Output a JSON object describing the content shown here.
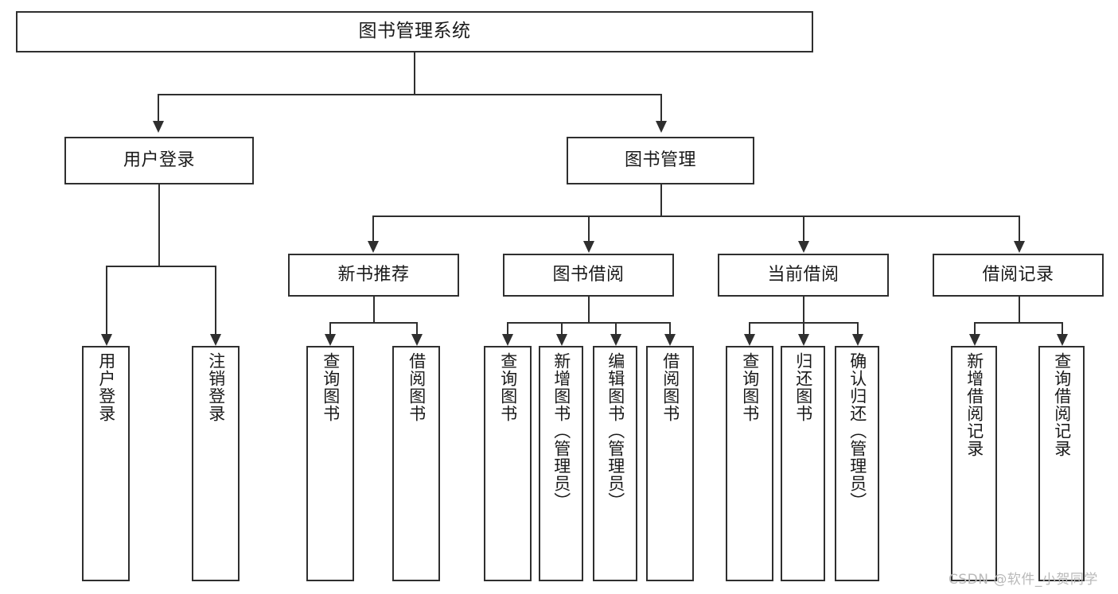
{
  "diagram": {
    "type": "tree-hierarchy-chart",
    "title": "图书管理系统",
    "watermark": "CSDN @软件_小贺同学",
    "colors": {
      "stroke": "#2f2f2f",
      "fill": "#ffffff",
      "text": "#1a1a1a",
      "watermark": "#b9b9b9",
      "background": "#ffffff"
    },
    "nodes": {
      "root": {
        "label": "图书管理系统"
      },
      "level1": [
        {
          "label": "用户登录"
        },
        {
          "label": "图书管理"
        }
      ],
      "level2": [
        {
          "label": "新书推荐"
        },
        {
          "label": "图书借阅"
        },
        {
          "label": "当前借阅"
        },
        {
          "label": "借阅记录"
        }
      ],
      "leaves_user_login": [
        {
          "label": "用户登录"
        },
        {
          "label": "注销登录"
        }
      ],
      "leaves_new_book": [
        {
          "label": "查询图书"
        },
        {
          "label": "借阅图书"
        }
      ],
      "leaves_borrow": [
        {
          "label": "查询图书"
        },
        {
          "label": "新增图书（管理员）"
        },
        {
          "label": "编辑图书（管理员）"
        },
        {
          "label": "借阅图书"
        }
      ],
      "leaves_current": [
        {
          "label": "查询图书"
        },
        {
          "label": "归还图书"
        },
        {
          "label": "确认归还（管理员）"
        }
      ],
      "leaves_records": [
        {
          "label": "新增借阅记录"
        },
        {
          "label": "查询借阅记录"
        }
      ]
    }
  }
}
